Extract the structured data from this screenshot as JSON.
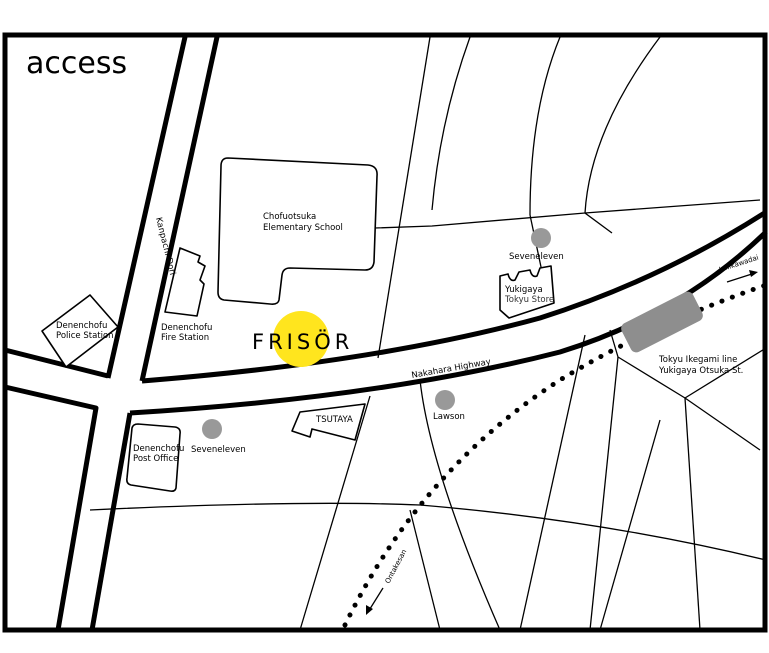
{
  "title": "access",
  "colors": {
    "marker": "#ffe51e",
    "poi": "#999999",
    "station": "#8e8e8e",
    "line": "#000000"
  },
  "brand": "FRISÖR",
  "roads": {
    "kanpachi": "Kanpachi Dori",
    "nakahara": "Nakahara Highway"
  },
  "places": {
    "school": [
      "Chofuotsuka",
      "Elementary School"
    ],
    "fire_station": [
      "Denenchofu",
      "Fire Station"
    ],
    "police": [
      "Denenchofu",
      "Police Station"
    ],
    "post_office": [
      "Denenchofu",
      "Post Office"
    ],
    "seven_south": "Seveneleven",
    "seven_north": "Seveneleven",
    "tsutaya": "TSUTAYA",
    "lawson": "Lawson",
    "tokyu_store": [
      "Yukigaya",
      "Tokyu Store"
    ],
    "station": [
      "Tokyu Ikegami line",
      "Yukigaya Otsuka St."
    ]
  },
  "directions": {
    "ishikawadai": "Ishikawadai",
    "ontakesan": "Ontakesan"
  }
}
